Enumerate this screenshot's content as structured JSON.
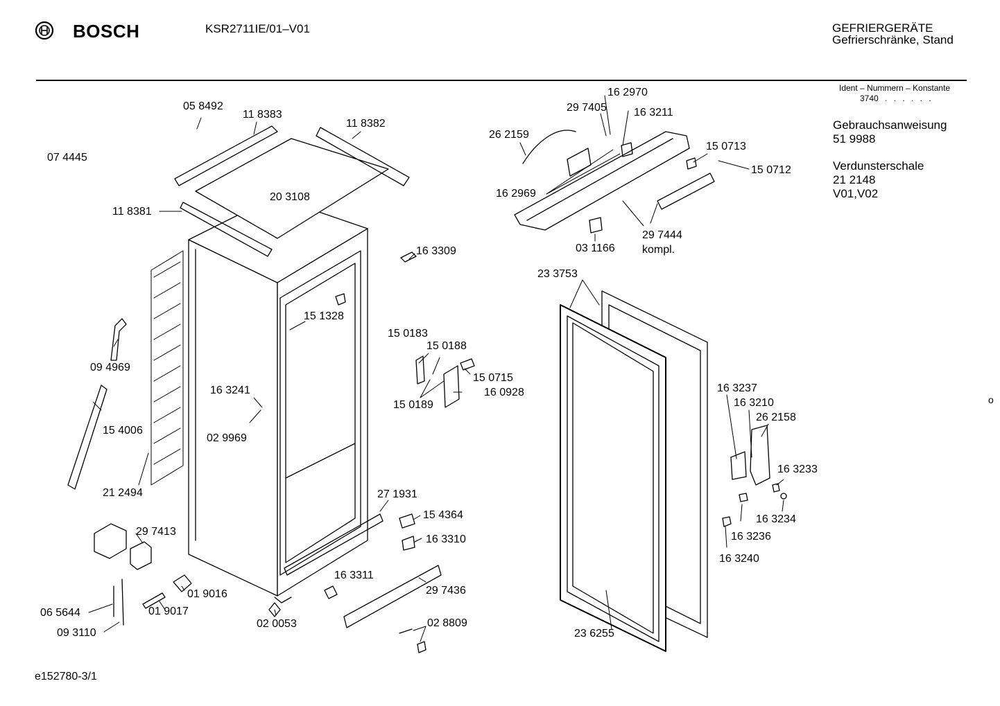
{
  "header": {
    "brand": "BOSCH",
    "model": "KSR2711IE/01–V01",
    "category_line1": "GEFRIERGERÄTE",
    "category_line2": "Gefrierschränke, Stand"
  },
  "ident": {
    "heading": "Ident – Nummern – Konstante",
    "value": "3740",
    "dots": ". . . . . ."
  },
  "info_block": [
    {
      "label": "Gebrauchsanweisung",
      "value": "51 9988"
    },
    {
      "label": "Verdunsterschale",
      "value": "21 2148",
      "extra": "V01,V02"
    }
  ],
  "part_numbers": [
    "05 8492",
    "11 8383",
    "11 8382",
    "07 4445",
    "20 3108",
    "11 8381",
    "16 3309",
    "15 1328",
    "09 4969",
    "15 0183",
    "15 0188",
    "15 0715",
    "16 0928",
    "15 0189",
    "16 3241",
    "02 9969",
    "15 4006",
    "21 2494",
    "27 1931",
    "15 4364",
    "29 7413",
    "16 3310",
    "16 3311",
    "29 7436",
    "01 9016",
    "06 5644",
    "01 9017",
    "09 3110",
    "02 0053",
    "02 8809",
    "16 2970",
    "29 7405",
    "16 3211",
    "26 2159",
    "15 0713",
    "15 0712",
    "16 2969",
    "29 7444",
    "kompl.",
    "03 1166",
    "23 3753",
    "16 3237",
    "16 3210",
    "26 2158",
    "16 3233",
    "16 3234",
    "16 3236",
    "16 3240",
    "23 6255"
  ],
  "footer": {
    "drawing_id": "e152780-3/1"
  },
  "edge_mark": "o"
}
